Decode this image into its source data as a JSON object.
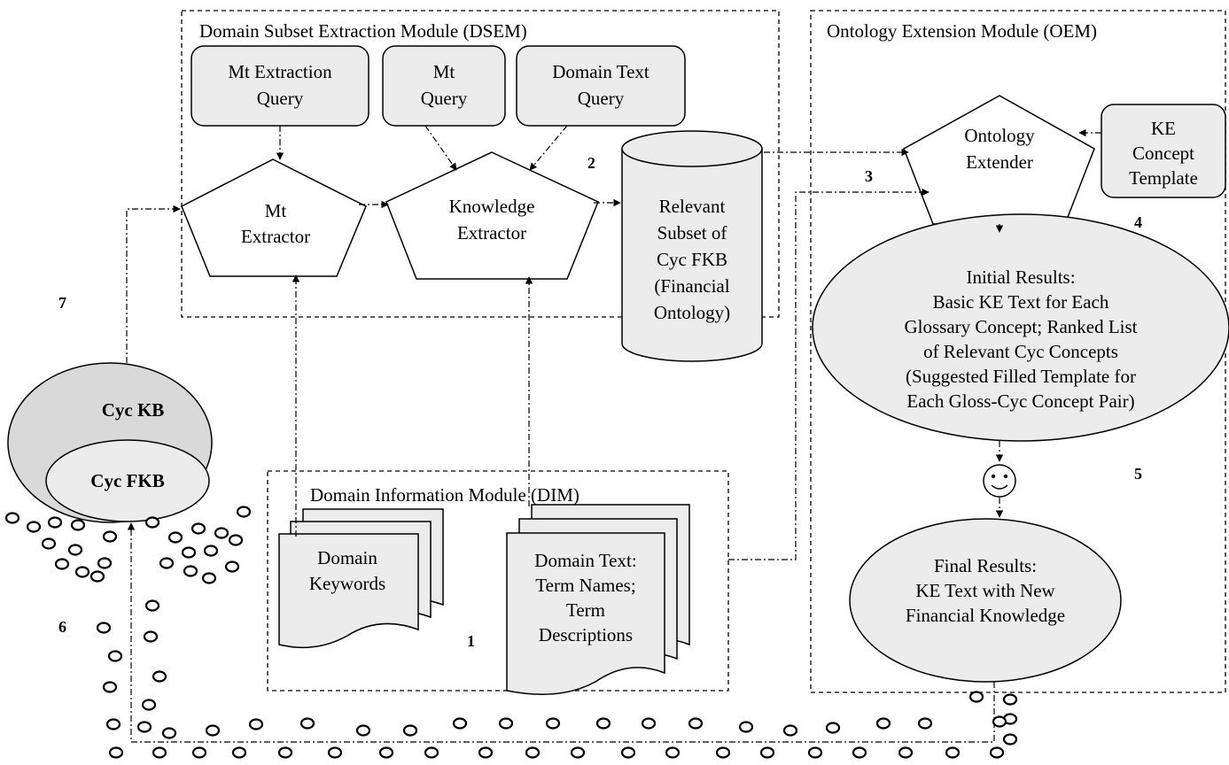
{
  "modules": {
    "dsem": "Domain Subset Extraction Module (DSEM)",
    "oem": "Ontology Extension Module (OEM)",
    "dim": "Domain Information Module (DIM)"
  },
  "queries": {
    "mt_extraction": [
      "Mt Extraction",
      "Query"
    ],
    "mt": [
      "Mt",
      "Query"
    ],
    "domain_text": [
      "Domain Text",
      "Query"
    ]
  },
  "extractors": {
    "mt": [
      "Mt",
      "Extractor"
    ],
    "knowledge": [
      "Knowledge",
      "Extractor"
    ]
  },
  "cylinder": [
    "Relevant",
    "Subset of",
    "Cyc FKB",
    "(Financial",
    "Ontology)"
  ],
  "ontology_extender": [
    "Ontology",
    "Extender"
  ],
  "ke_template": [
    "KE",
    "Concept",
    "Template"
  ],
  "initial_results": [
    "Initial Results:",
    "Basic KE Text for Each",
    "Glossary Concept; Ranked List",
    "of Relevant Cyc Concepts",
    "(Suggested Filled Template for",
    "Each Gloss-Cyc Concept Pair)"
  ],
  "final_results": [
    "Final Results:",
    "KE Text with New",
    "Financial Knowledge"
  ],
  "documents": {
    "keywords": [
      "Domain",
      "Keywords"
    ],
    "text": [
      "Domain Text:",
      "Term Names;",
      "Term",
      "Descriptions"
    ]
  },
  "cyc": {
    "kb": "Cyc KB",
    "fkb": "Cyc FKB"
  },
  "steps": [
    "1",
    "2",
    "3",
    "4",
    "5",
    "6",
    "7"
  ],
  "human_icon": "smiley-face-icon"
}
